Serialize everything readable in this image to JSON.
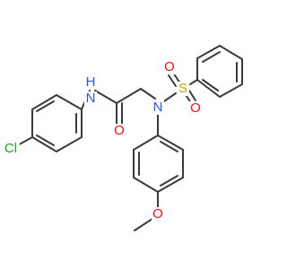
{
  "molecule": {
    "atoms": {
      "n_amide": "N",
      "h_amide": "H",
      "o_carbonyl": "O",
      "n_sulfonamide": "N",
      "s_sulfonyl": "S",
      "o_sulfonyl_1": "O",
      "o_sulfonyl_2": "O",
      "cl": "Cl",
      "o_methoxy": "O"
    }
  },
  "colors": {
    "bond": "#3a3a3a",
    "nitrogen": "#3050f8",
    "oxygen": "#ff0d0d",
    "sulfur": "#c9a800",
    "chlorine": "#1fa01f"
  }
}
